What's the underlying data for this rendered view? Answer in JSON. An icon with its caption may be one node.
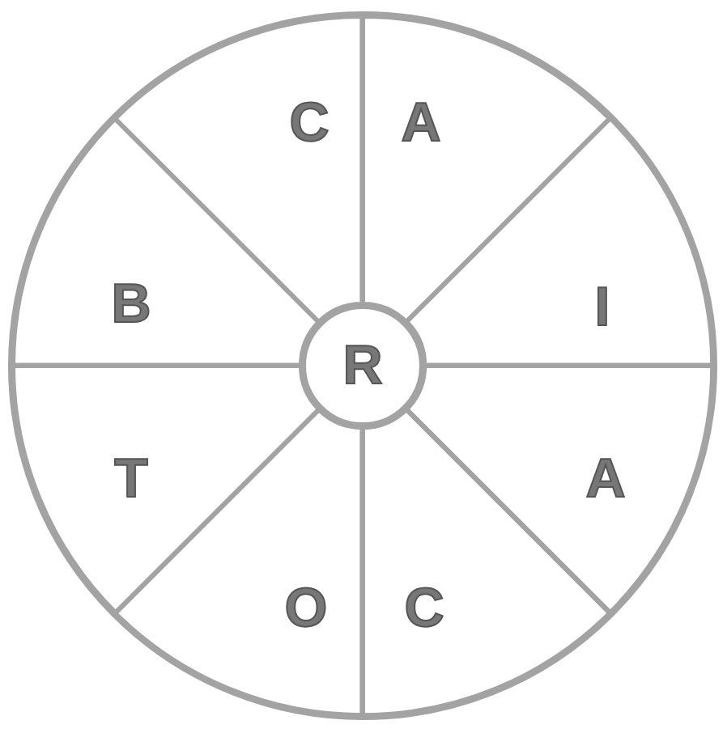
{
  "diagram": {
    "nodes": [
      {
        "text": [],
        "shape": "circle"
      },
      {
        "text": [
          "R"
        ],
        "in": 0
      },
      {
        "text": [
          "A"
        ],
        "in": 0
      },
      {
        "text": [
          "I"
        ],
        "in": 0
      },
      {
        "text": [
          "A"
        ],
        "in": 0
      },
      {
        "text": [
          "C"
        ],
        "in": 0
      },
      {
        "text": [
          "O"
        ],
        "in": 0
      },
      {
        "text": [
          "T"
        ],
        "in": 0
      },
      {
        "text": [
          "B"
        ],
        "in": 0
      },
      {
        "text": [
          "C"
        ],
        "in": 0
      }
    ]
  }
}
